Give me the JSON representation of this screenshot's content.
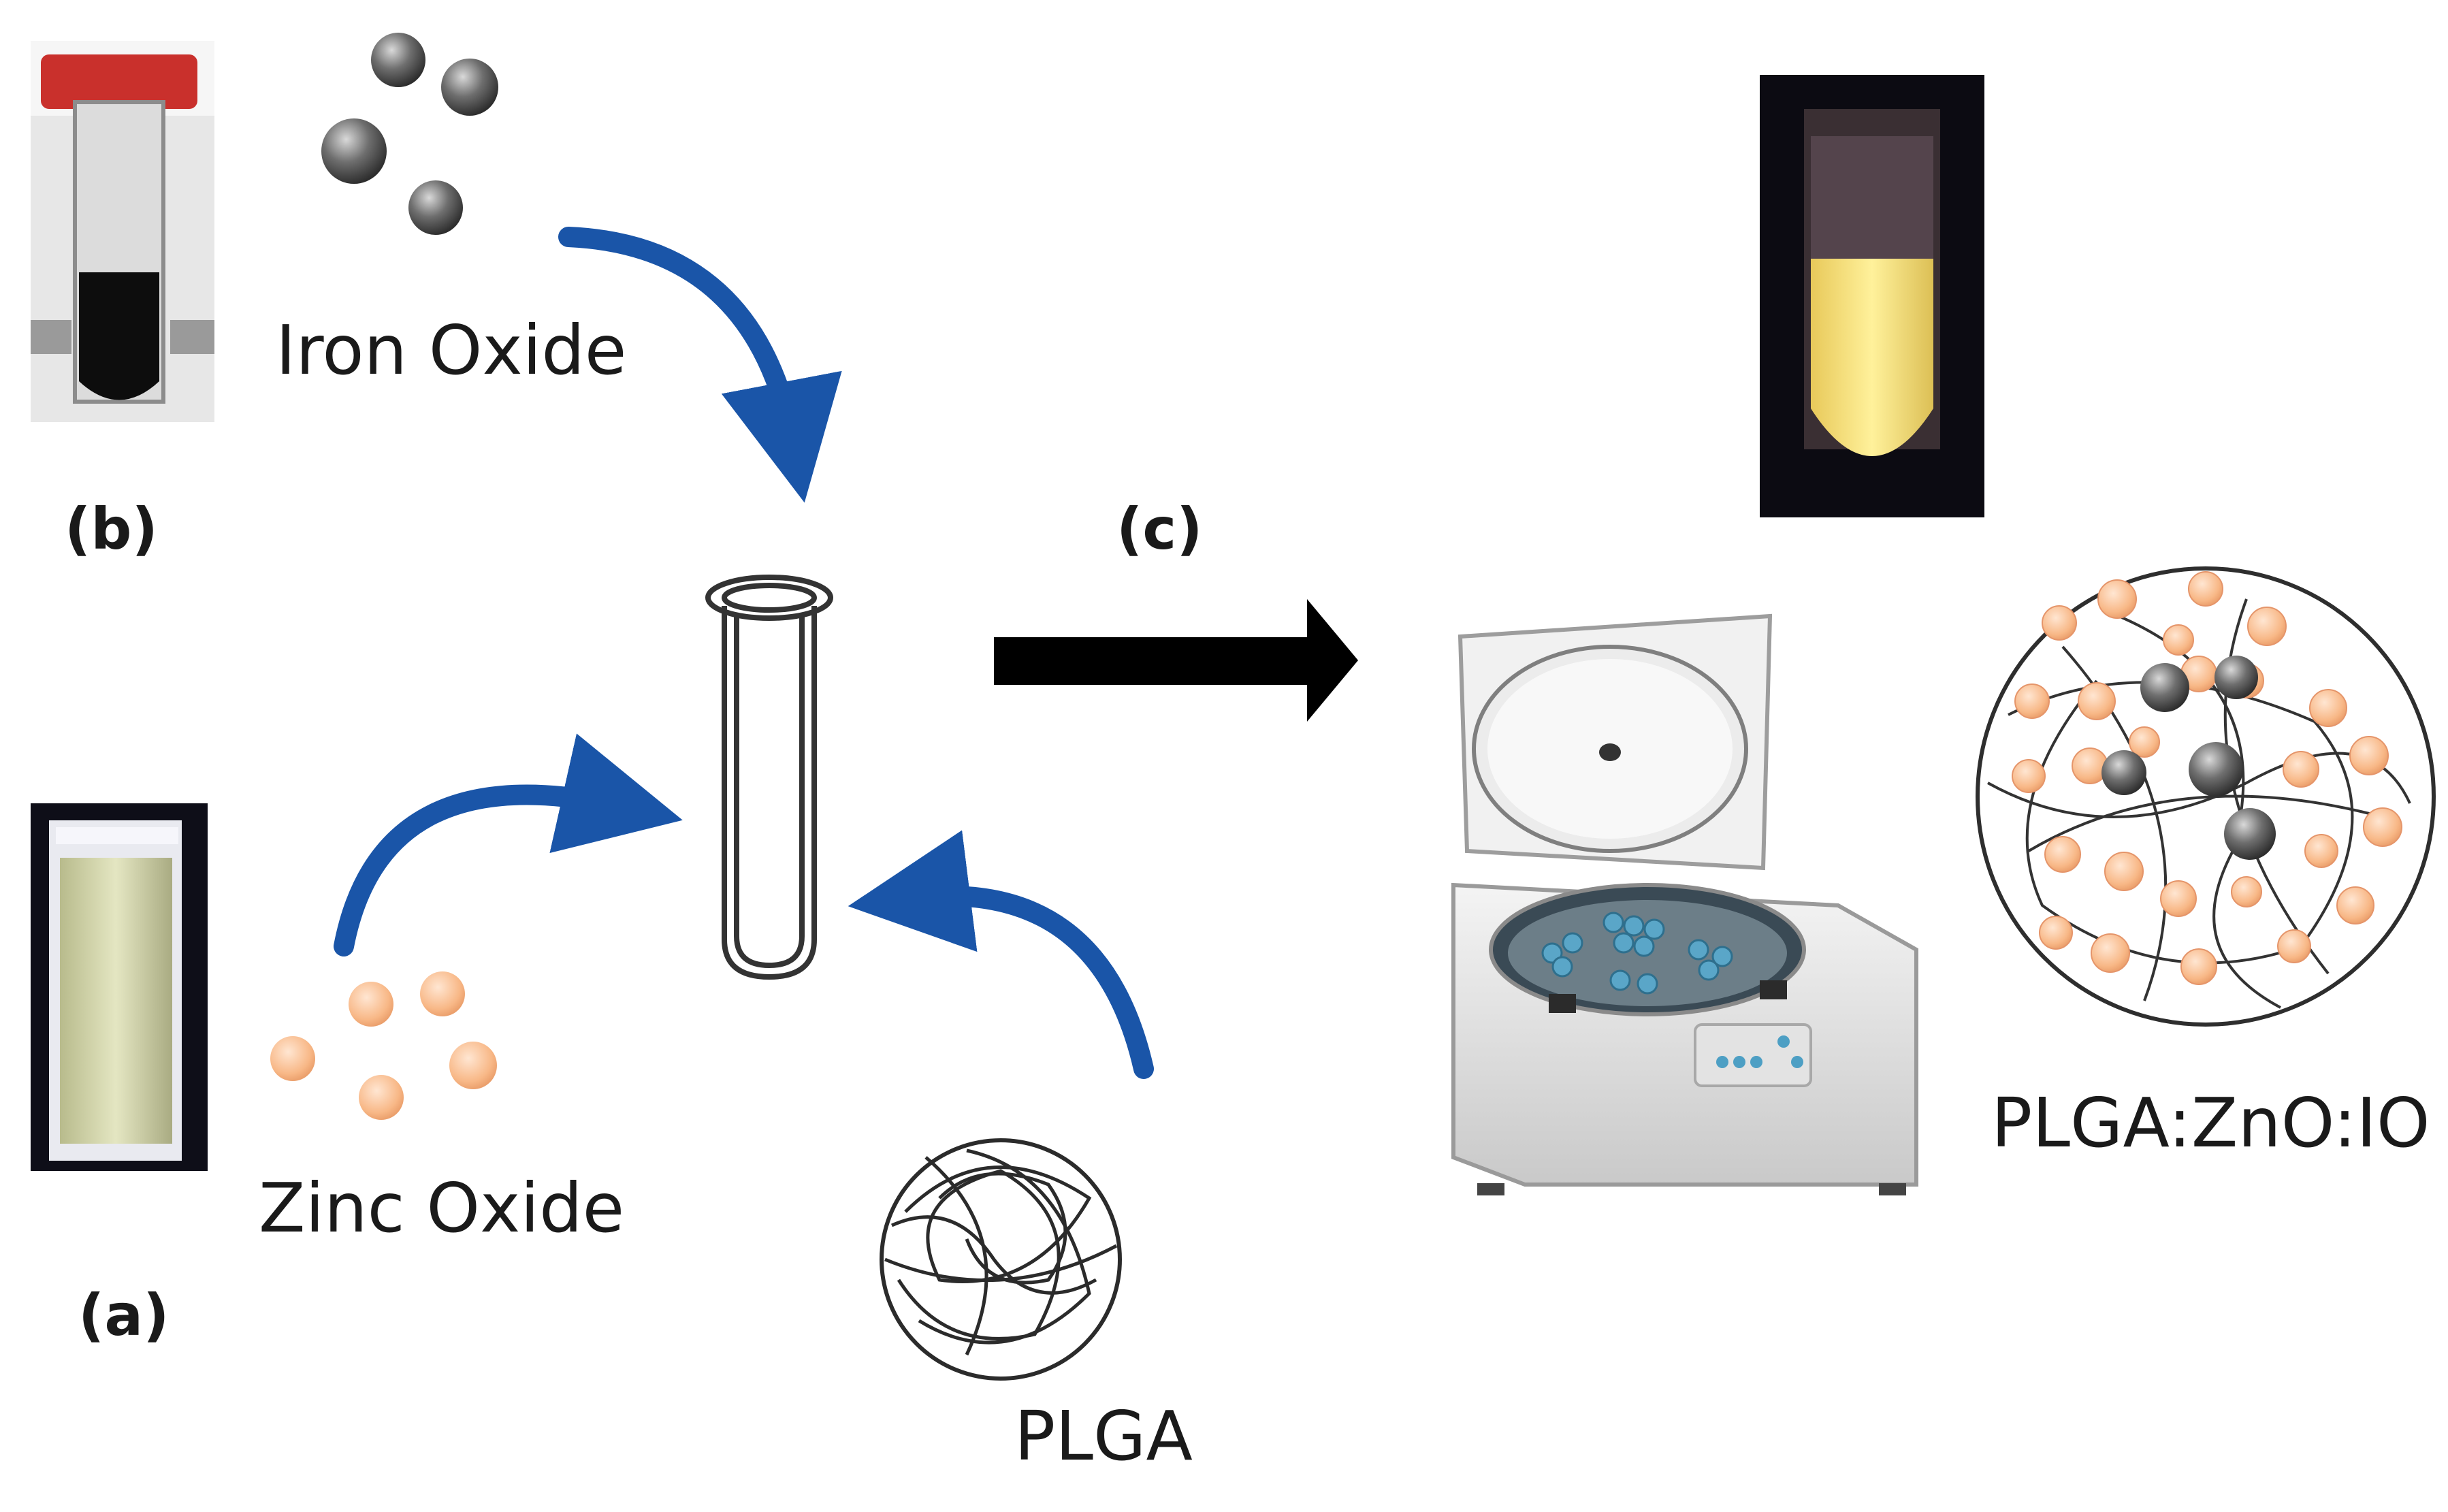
{
  "labels": {
    "iron_oxide": "Iron Oxide",
    "zinc_oxide": "Zinc Oxide",
    "plga": "PLGA",
    "composite": "PLGA:ZnO:IO",
    "panel_a": "(a)",
    "panel_b": "(b)",
    "panel_c": "(c)"
  },
  "colors": {
    "process_arrow": "#000000",
    "curved_arrow": "#1a55a8",
    "zinc_particle": "#f6b88b",
    "iron_particle": "#555555",
    "zno_suspension": "#d9dcae",
    "composite_suspension": "#f3e07a"
  },
  "icons": [
    "test-tube-icon",
    "centrifuge-icon",
    "polymer-coil-icon",
    "nanoparticle-icon"
  ]
}
